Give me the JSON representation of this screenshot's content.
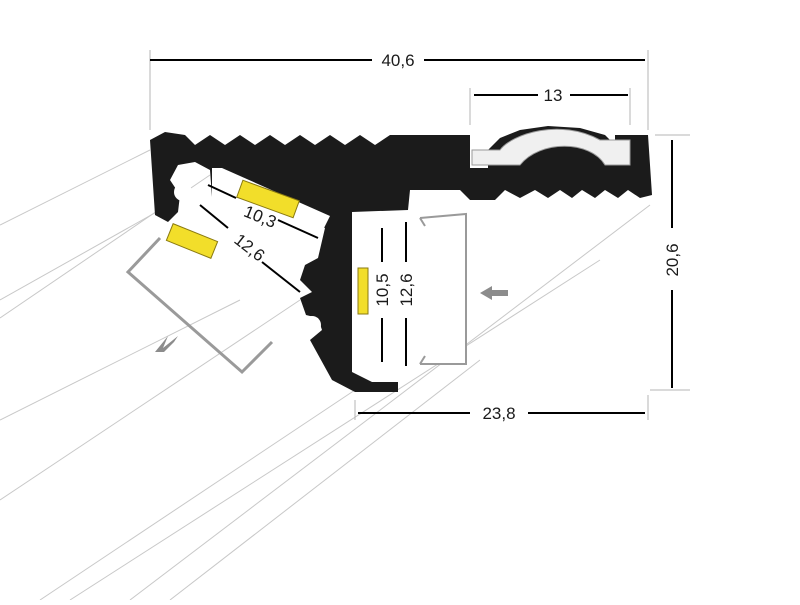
{
  "dimensions": {
    "overall_width": "40,6",
    "cover_width": "13",
    "height": "20,6",
    "channel_width": "23,8",
    "angled_led_width": "10,3",
    "angled_channel_width": "12,6",
    "vertical_led_width": "10,5",
    "vertical_channel_width": "12,6"
  },
  "colors": {
    "profile": "#1b1b1b",
    "led_strip": "#f2de2a",
    "diffuser": "#f0f0f0",
    "arrow": "#8c8c8c"
  }
}
